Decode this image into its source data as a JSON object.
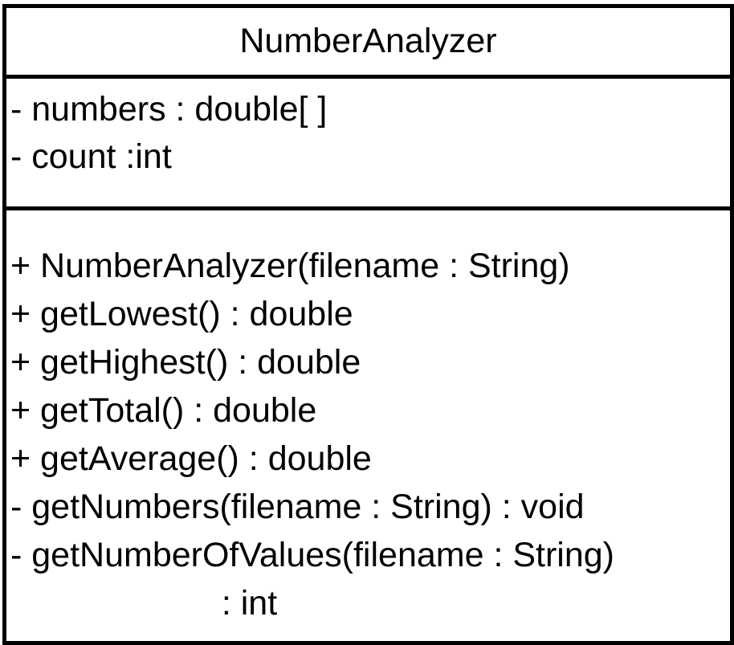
{
  "class": {
    "name": "NumberAnalyzer",
    "attributes": [
      "- numbers : double[ ]",
      "- count :int"
    ],
    "operations": [
      "+ NumberAnalyzer(filename : String)",
      "+ getLowest() : double",
      "+ getHighest() : double",
      "+ getTotal() : double",
      "+ getAverage() : double",
      "- getNumbers(filename : String) : void",
      "- getNumberOfValues(filename : String)",
      "                      : int"
    ]
  }
}
